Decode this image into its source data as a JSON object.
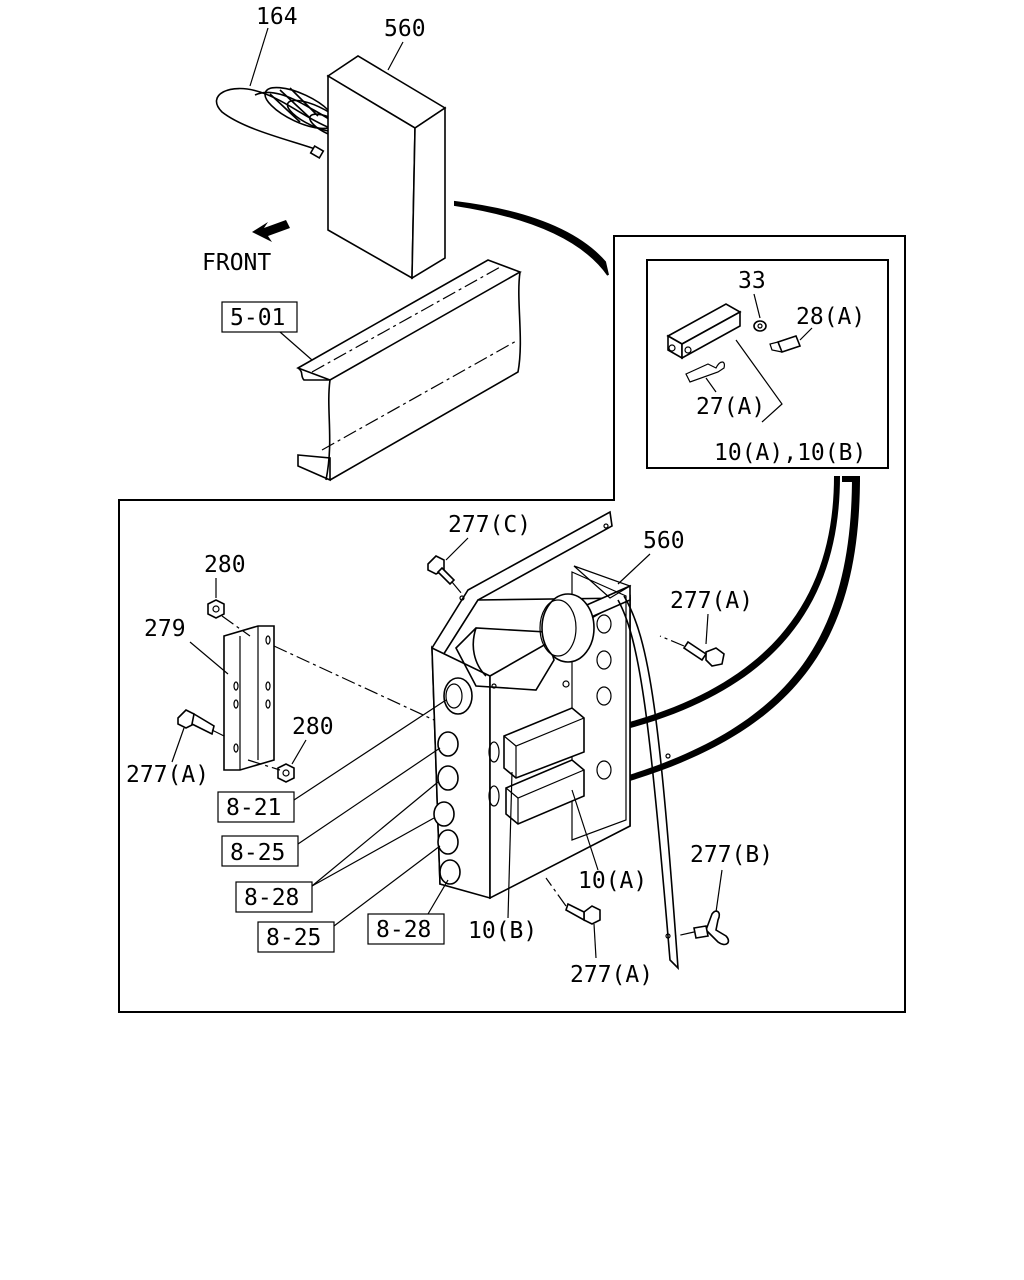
{
  "diagram": {
    "top_labels": {
      "cord": "164",
      "unit": "560",
      "front": "FRONT",
      "frame_ref": "5-01"
    },
    "inset": {
      "washer": "33",
      "bolt": "28(A)",
      "bracket": "27(A)",
      "relay": "10(A),10(B)"
    },
    "main": {
      "screw_top": "277(C)",
      "box": "560",
      "bolt_right": "277(A)",
      "nut_top": "280",
      "bracket": "279",
      "nut_bottom": "280",
      "bolt_left": "277(A)",
      "wing_bolt": "277(B)",
      "relay_a": "10(A)",
      "relay_b": "10(B)",
      "bolt_bottom": "277(A)",
      "ref_8_21": "8-21",
      "ref_8_25_a": "8-25",
      "ref_8_28_a": "8-28",
      "ref_8_25_b": "8-25",
      "ref_8_28_b": "8-28"
    }
  }
}
